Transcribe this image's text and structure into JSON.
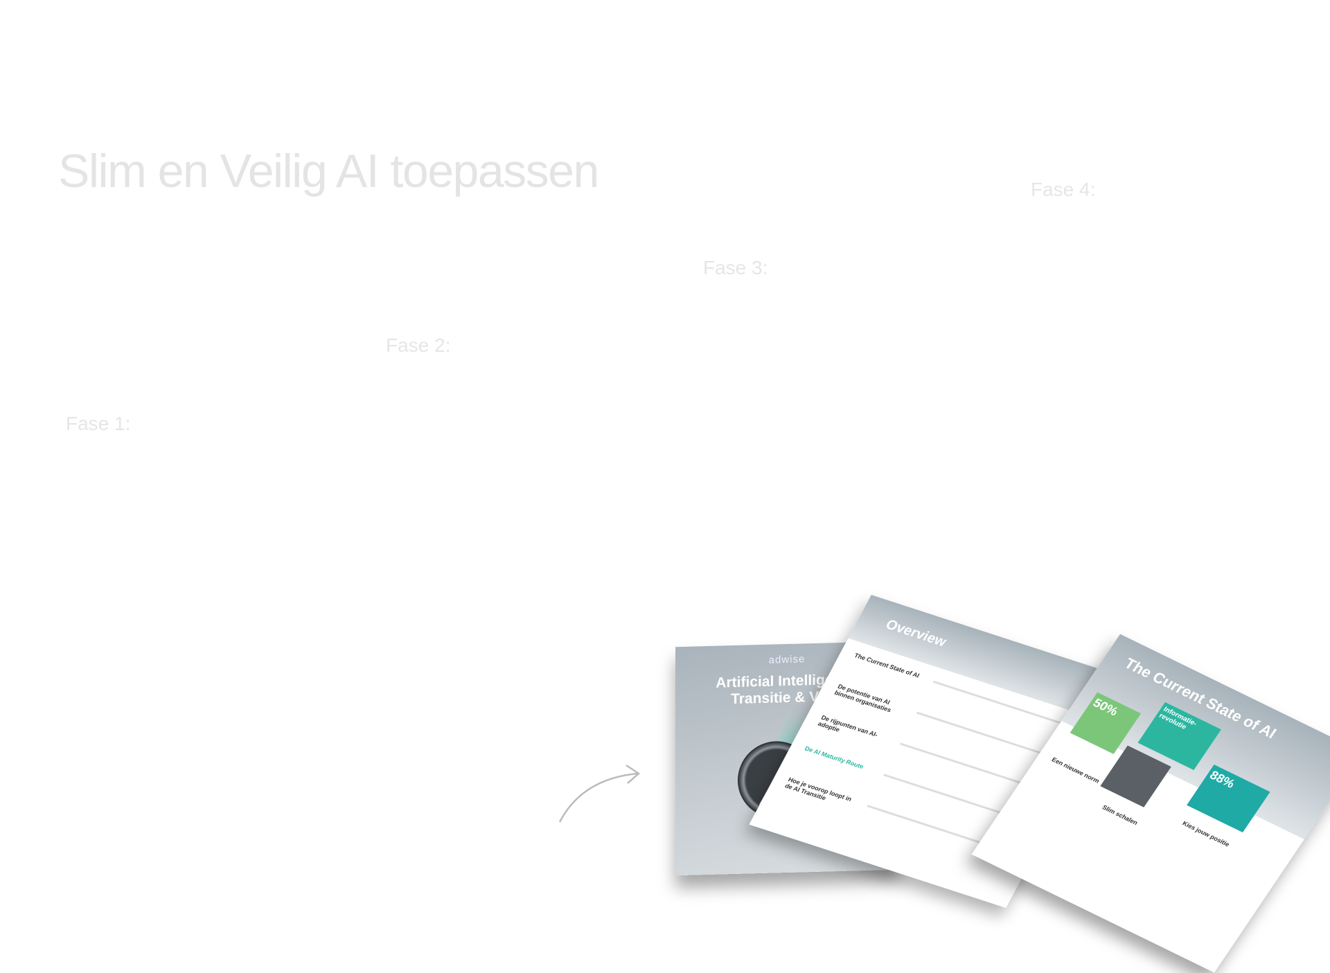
{
  "title": "Slim en Veilig AI toepassen",
  "phases": [
    "Fase 1:",
    "Fase 2:",
    "Fase 3:",
    "Fase 4:"
  ],
  "brochure": {
    "cover": {
      "logo": "adwise",
      "title_line1": "Artificial Intelligence",
      "title_line2": "Transitie & Visie"
    },
    "overview": {
      "heading": "Overview",
      "items": [
        "The Current State of AI",
        "De potentie van AI binnen organisaties",
        "De rijpunten van AI-adoptie",
        "De AI Maturity Route",
        "Hoe je voorop loopt in de AI Transitie"
      ]
    },
    "current_state": {
      "heading": "The Current State of AI",
      "tile1": "50%",
      "tile2": "Informatie-revolutie",
      "tile3": "88%",
      "items": [
        "Een nieuwe norm",
        "Slim schalen",
        "Kies jouw positie"
      ]
    },
    "accent_color": "#2cb6a0",
    "green_color": "#7cc67a"
  }
}
